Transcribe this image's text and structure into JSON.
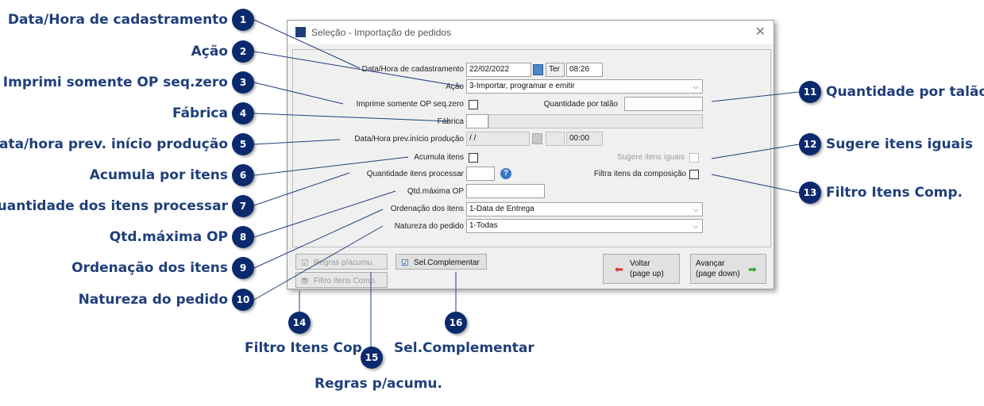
{
  "window": {
    "title": "Seleção - Importação de pedidos",
    "close_icon": "✕"
  },
  "form": {
    "data_hora_label": "Data/Hora de cadastramento",
    "data_value": "22/02/2022",
    "dia_value": "Ter",
    "hora_value": "08:26",
    "acao_label": "Ação",
    "acao_value": "3-Importar, programar e emitir",
    "imprime_label": "Imprime somente OP seq.zero",
    "qtd_talao_label": "Quantidade por talão",
    "qtd_talao_value": "",
    "fabrica_label": "Fábrica",
    "prev_inicio_label": "Data/Hora prev.início produção",
    "prev_data_value": " / /",
    "prev_hora_value": "00:00",
    "acumula_label": "Acumula itens",
    "sugere_label": "Sugere itens iguais",
    "qtd_itens_label": "Quantidade itens processar",
    "filtra_label": "Filtra itens da composição",
    "qtd_max_label": "Qtd.máxima OP",
    "ordenacao_label": "Ordenação dos itens",
    "ordenacao_value": "1-Data de Entrega",
    "natureza_label": "Natureza do pedido",
    "natureza_value": "1-Todas",
    "combo_arrow": "⌵",
    "help_glyph": "?"
  },
  "buttons": {
    "regras": "Regras p/acumu.",
    "filtro": "Filtro Itens Comp.",
    "sel_complementar": "Sel.Complementar",
    "voltar_1": "Voltar",
    "voltar_2": "(page up)",
    "avancar_1": "Avançar",
    "avancar_2": "(page down)"
  },
  "annotations": [
    {
      "num": "1",
      "label": "Data/Hora de cadastramento"
    },
    {
      "num": "2",
      "label": "Ação"
    },
    {
      "num": "3",
      "label": "Imprimi somente OP seq.zero"
    },
    {
      "num": "4",
      "label": "Fábrica"
    },
    {
      "num": "5",
      "label": "Data/hora prev. início produção"
    },
    {
      "num": "6",
      "label": "Acumula por itens"
    },
    {
      "num": "7",
      "label": "Quantidade dos itens  processar"
    },
    {
      "num": "8",
      "label": "Qtd.máxima OP"
    },
    {
      "num": "9",
      "label": "Ordenação dos itens"
    },
    {
      "num": "10",
      "label": "Natureza do pedido"
    },
    {
      "num": "11",
      "label": "Quantidade por talão"
    },
    {
      "num": "12",
      "label": "Sugere itens iguais"
    },
    {
      "num": "13",
      "label": "Filtro Itens Comp."
    },
    {
      "num": "14",
      "label": "Filtro Itens Cop."
    },
    {
      "num": "15",
      "label": "Regras p/acumu."
    },
    {
      "num": "16",
      "label": "Sel.Complementar"
    }
  ],
  "colors": {
    "badge": "#0b2a6e",
    "label": "#1f3f7a",
    "line": "#1f3f7a"
  }
}
